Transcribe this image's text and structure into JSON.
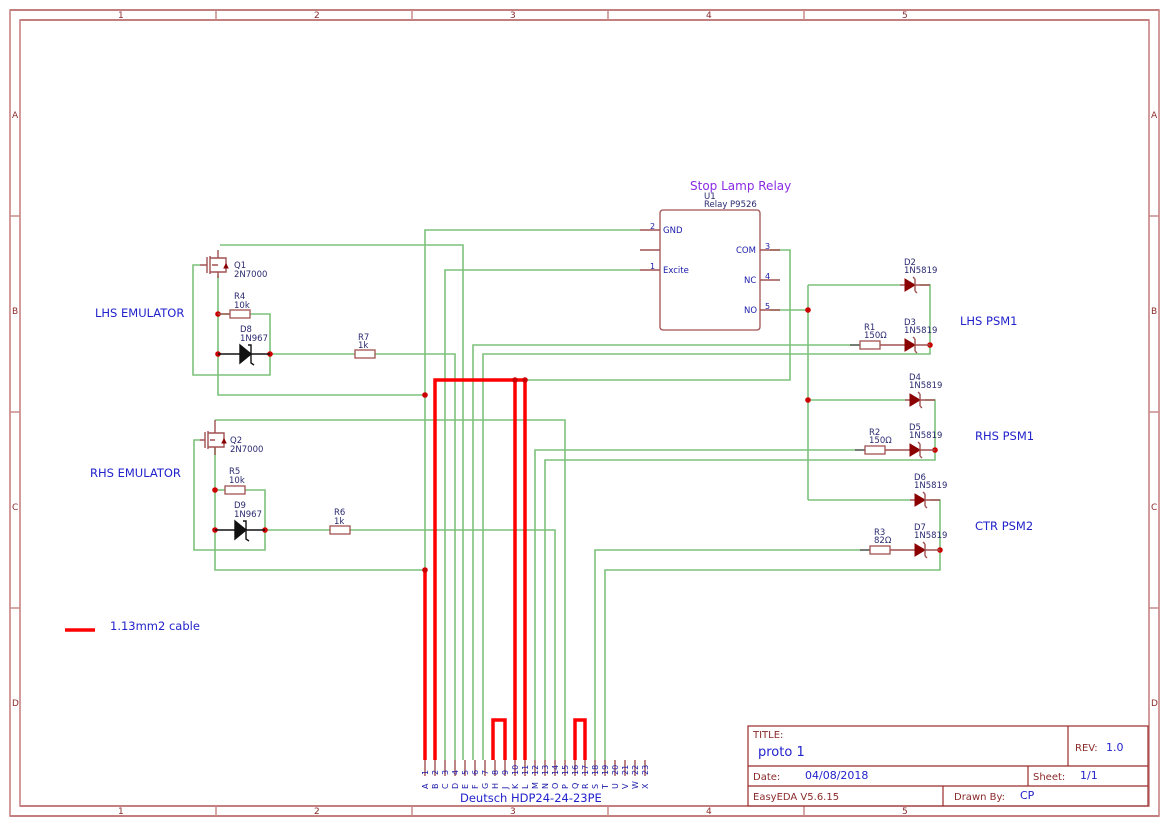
{
  "sheet": {
    "columns": [
      "1",
      "2",
      "3",
      "4",
      "5"
    ],
    "rows": [
      "A",
      "B",
      "C",
      "D"
    ]
  },
  "relay": {
    "title": "Stop Lamp Relay",
    "ref": "U1",
    "part": "Relay P9526",
    "pins": {
      "gnd": {
        "num": "2",
        "name": "GND"
      },
      "excite": {
        "num": "1",
        "name": "Excite"
      },
      "com": {
        "num": "3",
        "name": "COM"
      },
      "nc": {
        "num": "4",
        "name": "NC"
      },
      "no": {
        "num": "5",
        "name": "NO"
      }
    }
  },
  "emulators": {
    "lhs": {
      "label": "LHS EMULATOR",
      "q": "Q1",
      "q_part": "2N7000",
      "r_pull": "R4",
      "r_pull_val": "10k",
      "zener": "D8",
      "zener_part": "1N967",
      "r_series": "R7",
      "r_series_val": "1k"
    },
    "rhs": {
      "label": "RHS EMULATOR",
      "q": "Q2",
      "q_part": "2N7000",
      "r_pull": "R5",
      "r_pull_val": "10k",
      "zener": "D9",
      "zener_part": "1N967",
      "r_series": "R6",
      "r_series_val": "1k"
    }
  },
  "psm": {
    "lhs": {
      "label": "LHS PSM1",
      "d_top": "D2",
      "d_bot": "D3",
      "r": "R1",
      "r_val": "150Ω",
      "diode_part": "1N5819"
    },
    "rhs": {
      "label": "RHS PSM1",
      "d_top": "D4",
      "d_bot": "D5",
      "r": "R2",
      "r_val": "150Ω",
      "diode_part": "1N5819"
    },
    "ctr": {
      "label": "CTR PSM2",
      "d_top": "D6",
      "d_bot": "D7",
      "r": "R3",
      "r_val": "82Ω",
      "diode_part": "1N5819"
    }
  },
  "connector": {
    "name": "Deutsch HDP24-24-23PE",
    "pins": [
      {
        "num": "1",
        "letter": "A"
      },
      {
        "num": "2",
        "letter": "B"
      },
      {
        "num": "3",
        "letter": "C"
      },
      {
        "num": "4",
        "letter": "D"
      },
      {
        "num": "5",
        "letter": "E"
      },
      {
        "num": "6",
        "letter": "F"
      },
      {
        "num": "7",
        "letter": "G"
      },
      {
        "num": "8",
        "letter": "H"
      },
      {
        "num": "9",
        "letter": "J"
      },
      {
        "num": "10",
        "letter": "K"
      },
      {
        "num": "11",
        "letter": "L"
      },
      {
        "num": "12",
        "letter": "M"
      },
      {
        "num": "13",
        "letter": "N"
      },
      {
        "num": "14",
        "letter": "O"
      },
      {
        "num": "15",
        "letter": "P"
      },
      {
        "num": "16",
        "letter": "Q"
      },
      {
        "num": "17",
        "letter": "R"
      },
      {
        "num": "18",
        "letter": "S"
      },
      {
        "num": "19",
        "letter": "T"
      },
      {
        "num": "20",
        "letter": "U"
      },
      {
        "num": "21",
        "letter": "V"
      },
      {
        "num": "22",
        "letter": "W"
      },
      {
        "num": "23",
        "letter": "X"
      }
    ]
  },
  "legend": {
    "label": "1.13mm2 cable",
    "color": "#ff0000"
  },
  "colors": {
    "wire": "#7cc27c",
    "cable": "#ff0000",
    "frame": "#9b2a2a",
    "text": "#2222cc"
  },
  "title_block": {
    "title_label": "TITLE:",
    "title": "proto 1",
    "rev_label": "REV:",
    "rev": "1.0",
    "date_label": "Date:",
    "date": "04/08/2018",
    "sheet_label": "Sheet:",
    "sheet": "1/1",
    "software": "EasyEDA V5.6.15",
    "drawn_by_label": "Drawn By:",
    "drawn_by": "CP"
  }
}
